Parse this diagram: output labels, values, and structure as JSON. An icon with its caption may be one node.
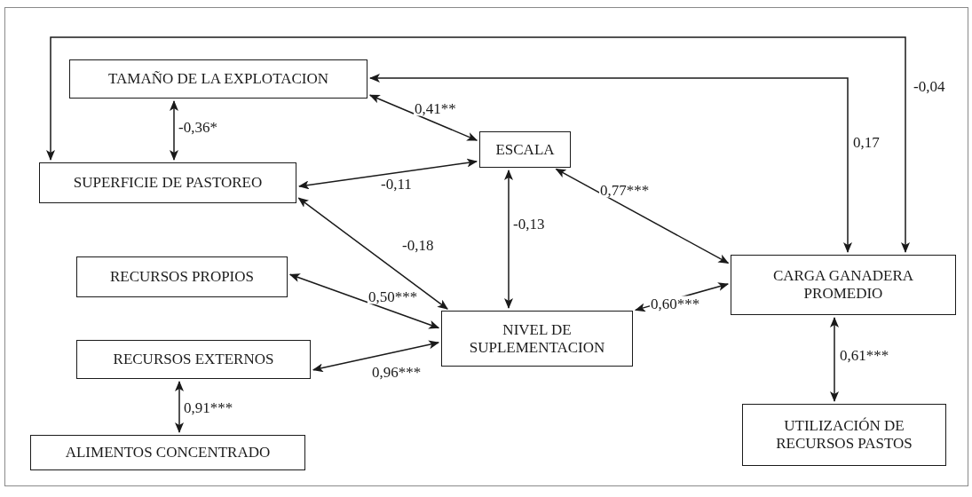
{
  "diagram": {
    "nodes": [
      {
        "text": [
          "TAMAÑO DE LA EXPLOTACION"
        ]
      },
      {
        "text": [
          "ESCALA"
        ]
      },
      {
        "text": [
          "SUPERFICIE DE PASTOREO"
        ]
      },
      {
        "text": [
          "RECURSOS PROPIOS"
        ]
      },
      {
        "text": [
          "NIVEL DE SUPLEMENTACION"
        ]
      },
      {
        "text": [
          "CARGA GANADERA PROMEDIO"
        ]
      },
      {
        "text": [
          "RECURSOS EXTERNOS"
        ]
      },
      {
        "text": [
          "UTILIZACIÓN DE RECURSOS PASTOS"
        ]
      },
      {
        "text": [
          "ALIMENTOS CONCENTRADO"
        ]
      }
    ],
    "edges": [
      {
        "from": 5,
        "to": 2,
        "arrow": "both",
        "label": "-0,04"
      },
      {
        "from": 0,
        "to": 5,
        "arrow": "both",
        "label": "0,17"
      },
      {
        "from": 0,
        "to": 1,
        "arrow": "both",
        "label": "0,41**"
      },
      {
        "from": 0,
        "to": 2,
        "arrow": "both",
        "label": "-0,36*"
      },
      {
        "from": 2,
        "to": 1,
        "arrow": "both",
        "label": "-0,11"
      },
      {
        "from": 2,
        "to": 4,
        "arrow": "both",
        "label": "-0,18"
      },
      {
        "from": 1,
        "to": 4,
        "arrow": "both",
        "label": "-0,13"
      },
      {
        "from": 1,
        "to": 5,
        "arrow": "both",
        "label": "0,77***"
      },
      {
        "from": 3,
        "to": 4,
        "arrow": "both",
        "label": "0,50***"
      },
      {
        "from": 6,
        "to": 4,
        "arrow": "both",
        "label": "0,96***"
      },
      {
        "from": 4,
        "to": 5,
        "arrow": "both",
        "label": "0,60***"
      },
      {
        "from": 6,
        "to": 8,
        "arrow": "both",
        "label": "0,91***"
      },
      {
        "from": 5,
        "to": 7,
        "arrow": "both",
        "label": "0,61***"
      }
    ]
  }
}
